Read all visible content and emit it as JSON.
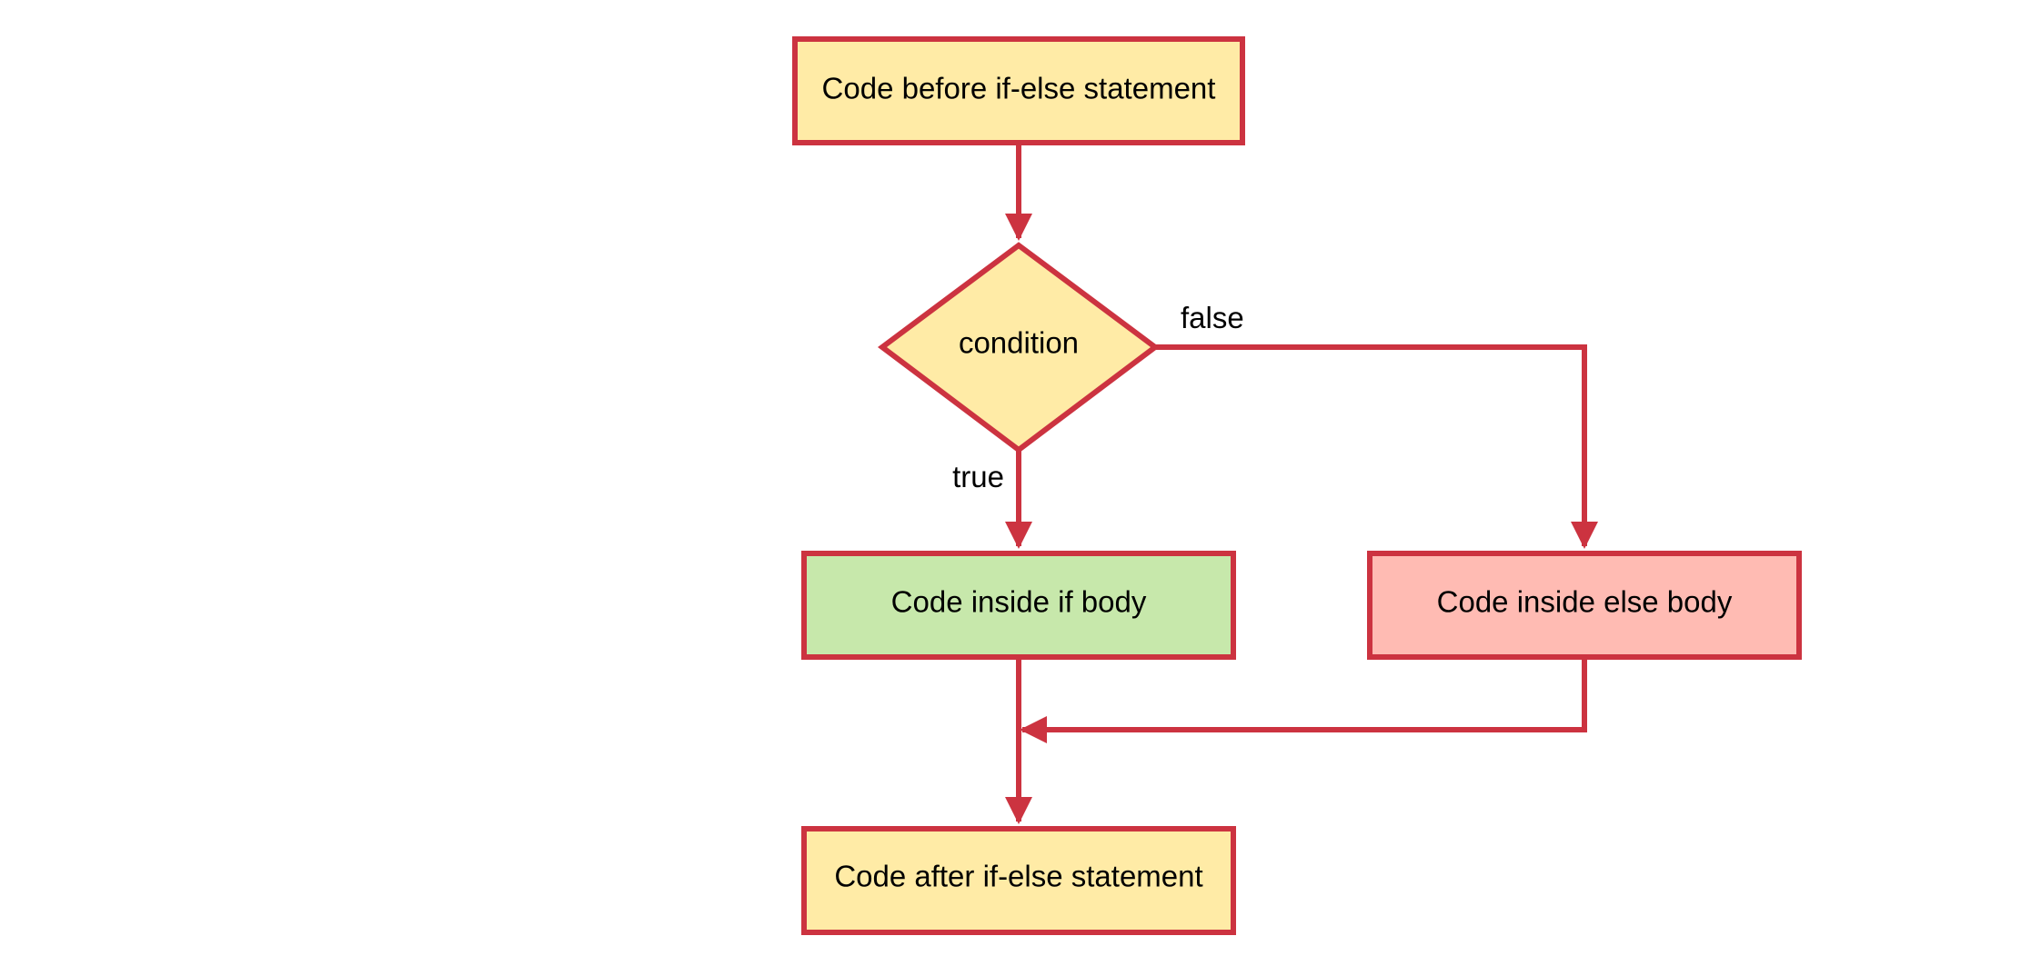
{
  "diagram": {
    "colors": {
      "stroke": "#cc3340",
      "process_fill": "#ffeba6",
      "if_body_fill": "#c7e8ab",
      "else_body_fill": "#ffbbb3",
      "background": "#ffffff"
    },
    "nodes": {
      "before": {
        "label": "Code before if-else statement",
        "shape": "rectangle"
      },
      "condition": {
        "label": "condition",
        "shape": "diamond"
      },
      "if_body": {
        "label": "Code inside if body",
        "shape": "rectangle"
      },
      "else_body": {
        "label": "Code inside else body",
        "shape": "rectangle"
      },
      "after": {
        "label": "Code after if-else statement",
        "shape": "rectangle"
      }
    },
    "edges": {
      "before_to_condition": {
        "from": "before",
        "to": "condition",
        "label": ""
      },
      "condition_true": {
        "from": "condition",
        "to": "if_body",
        "label": "true"
      },
      "condition_false": {
        "from": "condition",
        "to": "else_body",
        "label": "false"
      },
      "if_to_after": {
        "from": "if_body",
        "to": "after",
        "label": ""
      },
      "else_to_merge": {
        "from": "else_body",
        "to": "after",
        "label": ""
      }
    }
  }
}
